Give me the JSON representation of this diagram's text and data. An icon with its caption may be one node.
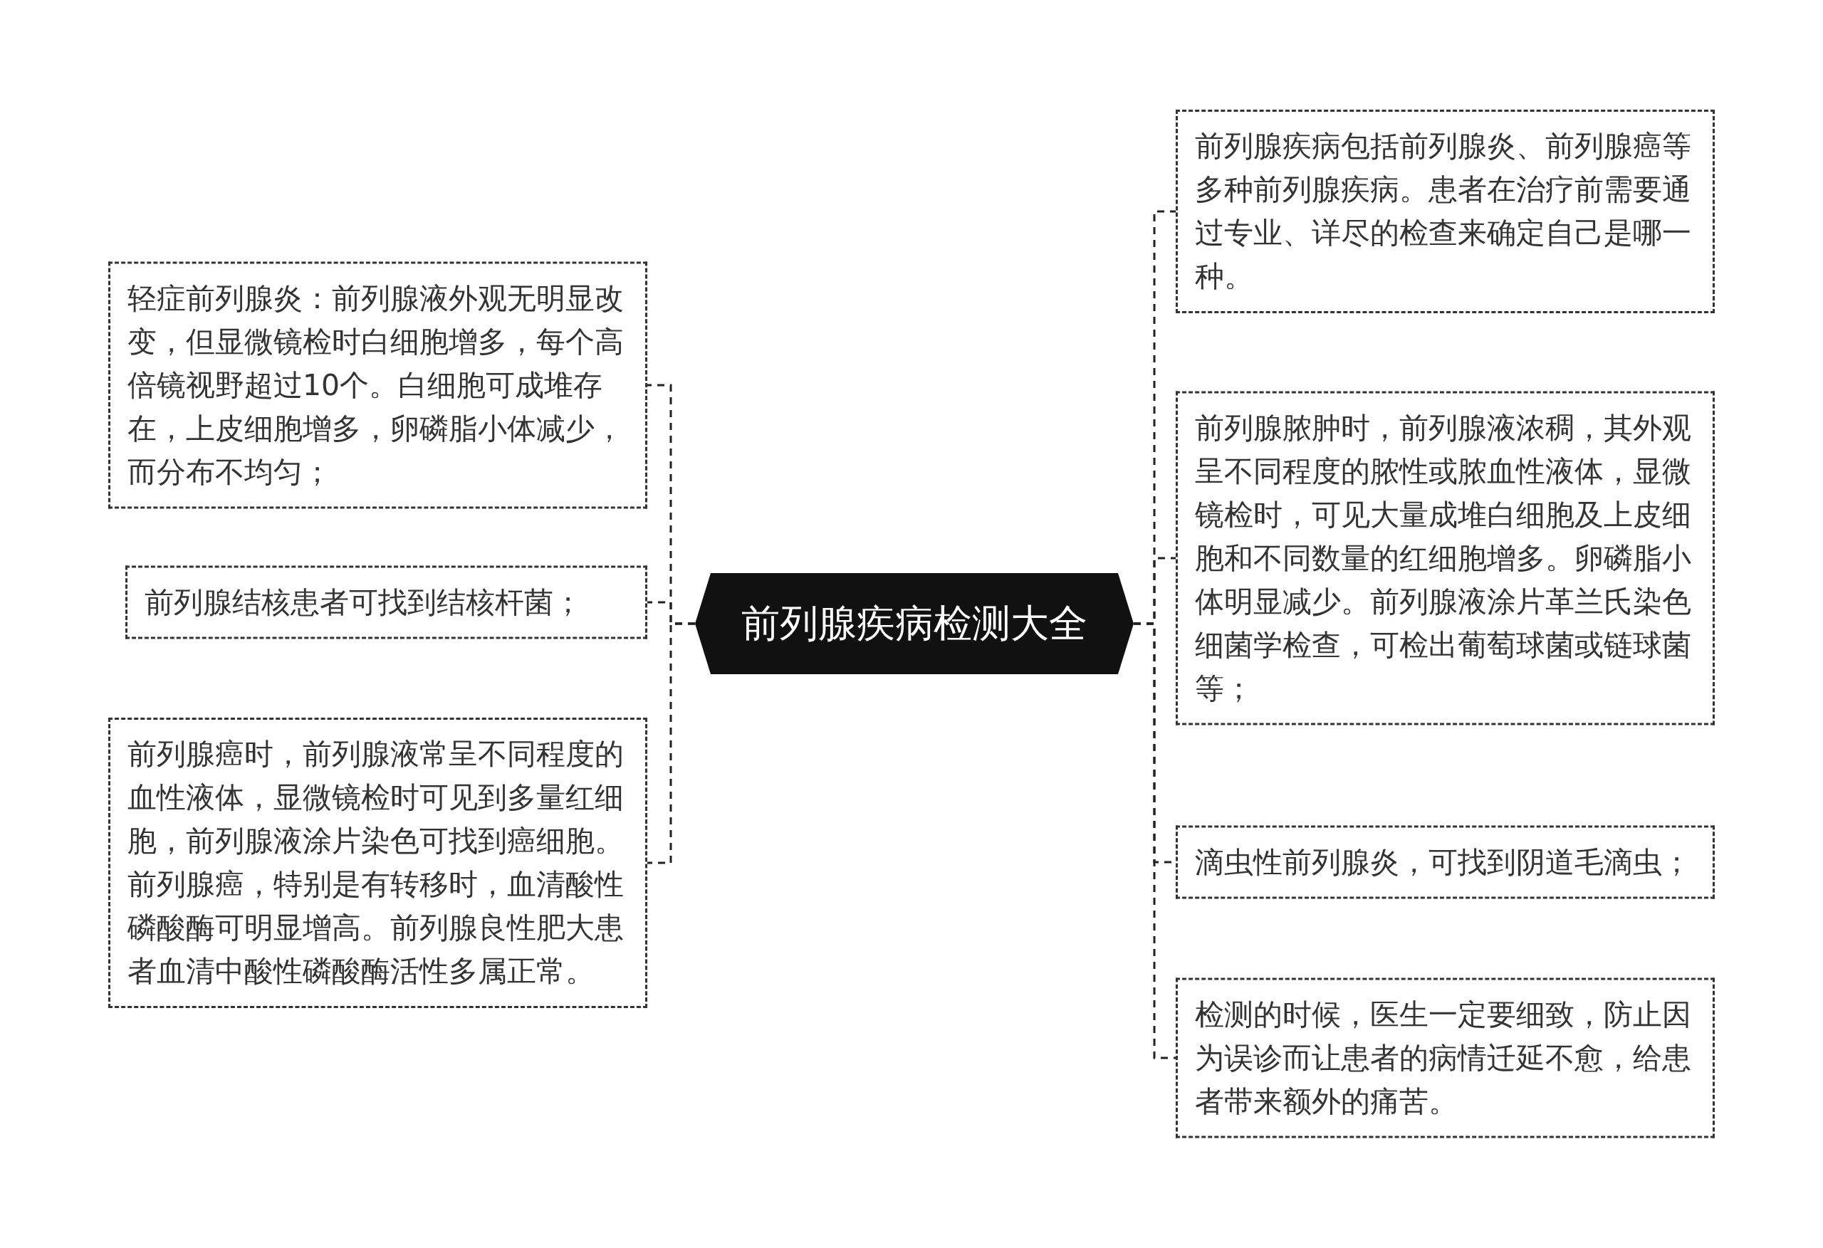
{
  "diagram": {
    "nodes": [
      {
        "text": [
          "前列腺疾病检测大全"
        ]
      },
      {
        "text": [
          "轻症前列腺炎：前列腺液外观无明显改变，但显微镜检时白细胞增多，每个高倍镜视野超过10个。白细胞可成堆存在，上皮细胞增多，卵磷脂小体减少，而分布不均匀；"
        ]
      },
      {
        "text": [
          "前列腺结核患者可找到结核杆菌；"
        ]
      },
      {
        "text": [
          "前列腺癌时，前列腺液常呈不同程度的血性液体，显微镜检时可见到多量红细胞，前列腺液涂片染色可找到癌细胞。前列腺癌，特别是有转移时，血清酸性磷酸酶可明显增高。前列腺良性肥大患者血清中酸性磷酸酶活性多属正常。"
        ]
      },
      {
        "text": [
          "前列腺疾病包括前列腺炎、前列腺癌等多种前列腺疾病。患者在治疗前需要通过专业、详尽的检查来确定自己是哪一种。"
        ]
      },
      {
        "text": [
          "前列腺脓肿时，前列腺液浓稠，其外观呈不同程度的脓性或脓血性液体，显微镜检时，可见大量成堆白细胞及上皮细胞和不同数量的红细胞增多。卵磷脂小体明显减少。前列腺液涂片革兰氏染色细菌学检查，可检出葡萄球菌或链球菌等；"
        ]
      },
      {
        "text": [
          "滴虫性前列腺炎，可找到阴道毛滴虫；"
        ]
      },
      {
        "text": [
          "检测的时候，医生一定要细致，防止因为误诊而让患者的病情迁延不愈，给患者带来额外的痛苦。"
        ]
      }
    ],
    "edges": [
      {
        "from": 0,
        "to": 1,
        "arrow": "none",
        "style": "dashed"
      },
      {
        "from": 0,
        "to": 2,
        "arrow": "none",
        "style": "dashed"
      },
      {
        "from": 0,
        "to": 3,
        "arrow": "none",
        "style": "dashed"
      },
      {
        "from": 0,
        "to": 4,
        "arrow": "none",
        "style": "dashed"
      },
      {
        "from": 0,
        "to": 5,
        "arrow": "none",
        "style": "dashed"
      },
      {
        "from": 0,
        "to": 6,
        "arrow": "none",
        "style": "dashed"
      },
      {
        "from": 0,
        "to": 7,
        "arrow": "none",
        "style": "dashed"
      }
    ]
  }
}
